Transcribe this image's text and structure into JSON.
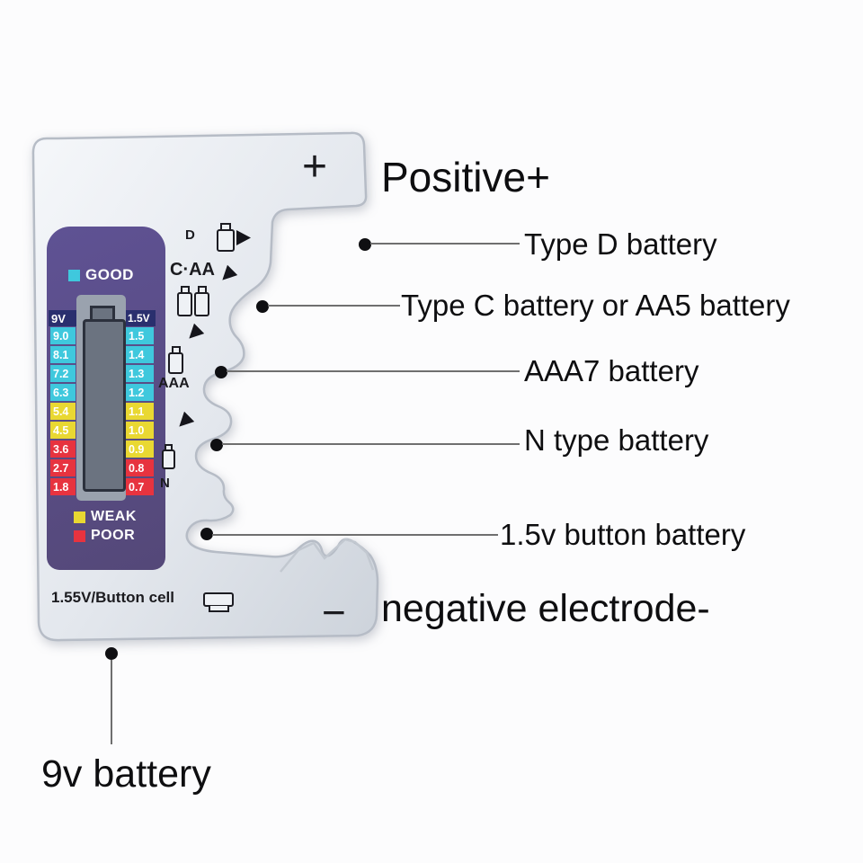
{
  "colors": {
    "body_light": "#f5f7fa",
    "body_mid": "#e3e7ed",
    "body_dark": "#cdd3db",
    "body_edge": "#b6bcc6",
    "panel_purple": "#544878",
    "panel_purple_light": "#5f5294",
    "navy": "#2a2f6e",
    "cyan": "#3fc8dd",
    "yellow": "#e9d832",
    "red": "#e7333f",
    "lcd_gray": "#9aa2ae",
    "lcd_batt": "#6b7380",
    "lcd_batt_outline": "#2c313d",
    "marking": "#1b1b1f",
    "callout_line": "#6f6f6f",
    "label_text": "#0e0e10"
  },
  "device": {
    "plus": "+",
    "minus": "−",
    "slots": {
      "d": "D",
      "c_aa": "C·AA",
      "aaa": "AAA",
      "n": "N"
    },
    "button_cell_label": "1.55V/Button cell",
    "lcd": {
      "legend": [
        {
          "label": "GOOD",
          "status": "good"
        },
        {
          "label": "WEAK",
          "status": "weak"
        },
        {
          "label": "POOR",
          "status": "poor"
        }
      ],
      "columns": [
        {
          "header": "9V",
          "cells": [
            {
              "value": "9.0",
              "status": "good"
            },
            {
              "value": "8.1",
              "status": "good"
            },
            {
              "value": "7.2",
              "status": "good"
            },
            {
              "value": "6.3",
              "status": "good"
            },
            {
              "value": "5.4",
              "status": "weak"
            },
            {
              "value": "4.5",
              "status": "weak"
            },
            {
              "value": "3.6",
              "status": "poor"
            },
            {
              "value": "2.7",
              "status": "poor"
            },
            {
              "value": "1.8",
              "status": "poor"
            }
          ]
        },
        {
          "header": "1.5V",
          "cells": [
            {
              "value": "1.5",
              "status": "good"
            },
            {
              "value": "1.4",
              "status": "good"
            },
            {
              "value": "1.3",
              "status": "good"
            },
            {
              "value": "1.2",
              "status": "good"
            },
            {
              "value": "1.1",
              "status": "weak"
            },
            {
              "value": "1.0",
              "status": "weak"
            },
            {
              "value": "0.9",
              "status": "weak"
            },
            {
              "value": "0.8",
              "status": "poor"
            },
            {
              "value": "0.7",
              "status": "poor"
            }
          ]
        }
      ]
    }
  },
  "annotations": {
    "positive": "Positive+",
    "type_d": "Type D battery",
    "type_c": "Type C battery or AA5 battery",
    "aaa7": "AAA7 battery",
    "n_type": "N type battery",
    "button_1_5v": "1.5v button battery",
    "negative": "negative electrode-",
    "nine_v": "9v battery"
  }
}
